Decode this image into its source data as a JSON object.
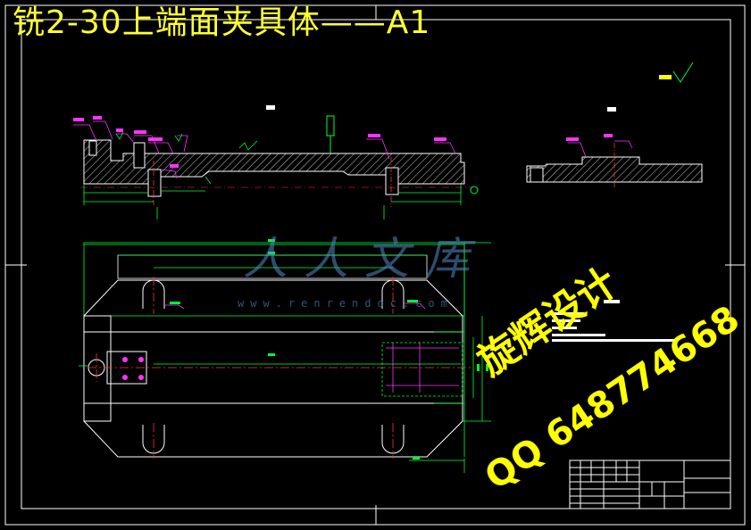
{
  "title": "铣2-30上端面夹具体——A1",
  "watermark": {
    "site": "人人文库",
    "url": "www.renrendoc.com",
    "author": "旋辉设计",
    "qq": "QQ 648774668"
  },
  "colors": {
    "background": "#000000",
    "outline": "#ffffff",
    "dimension": "#00ff33",
    "annotation": "#ff33ff",
    "centerline": "#ff3333",
    "title": "#ffff33",
    "hatch": "#ffffff"
  }
}
